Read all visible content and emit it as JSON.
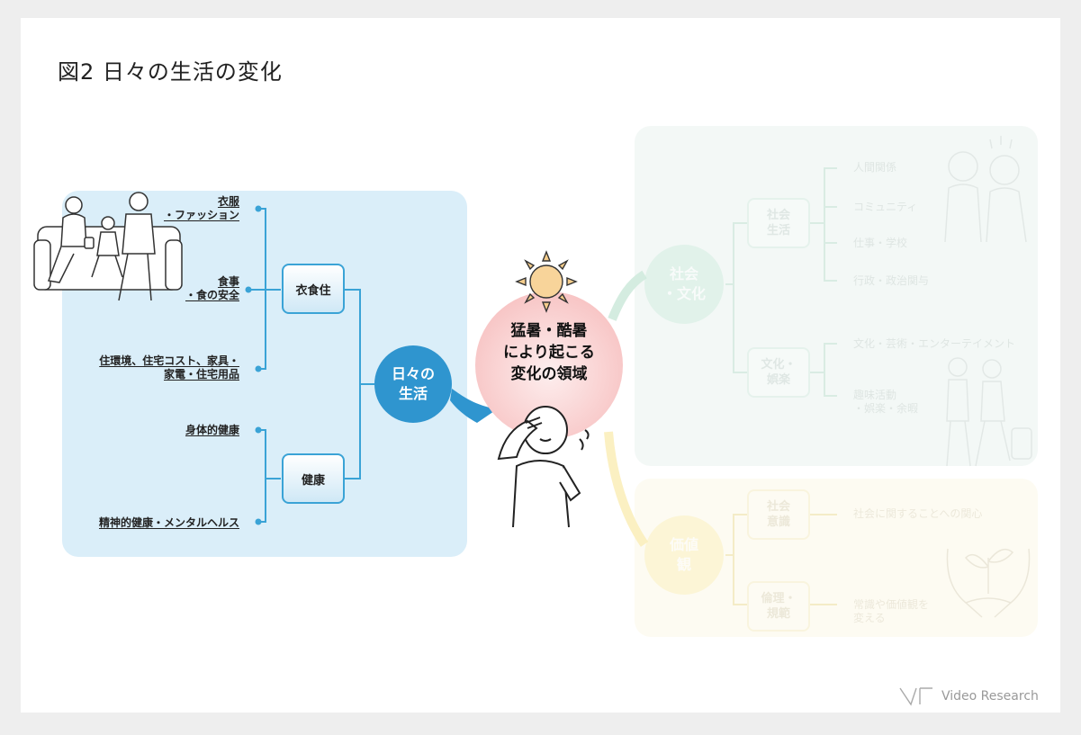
{
  "title": "図2 日々の生活の変化",
  "hub": {
    "line1": "日々の",
    "line2": "生活"
  },
  "heat": {
    "line1": "猛暑・酷暑",
    "line2": "により起こる",
    "line3": "変化の領域"
  },
  "left": {
    "categories": [
      {
        "label": "衣食住",
        "leaves": [
          {
            "line1": "衣服",
            "line2": "・ファッション"
          },
          {
            "line1": "食事",
            "line2": "・食の安全"
          },
          {
            "line1": "住環境、住宅コスト、家具・",
            "line2": "家電・住宅用品"
          }
        ]
      },
      {
        "label": "健康",
        "leaves": [
          {
            "line1": "身体的健康"
          },
          {
            "line1": "精神的健康・メンタルヘルス"
          }
        ]
      }
    ]
  },
  "right_top": {
    "main": {
      "line1": "社会",
      "line2": "・文化"
    },
    "groups": [
      {
        "line1": "社会",
        "line2": "生活",
        "leaves": [
          "人間関係",
          "コミュニティ",
          "仕事・学校",
          "行政・政治関与"
        ]
      },
      {
        "line1": "文化・",
        "line2": "娯楽",
        "leaves": [
          "文化・芸術・エンターテイメント",
          "趣味活動",
          "・娯楽・余暇"
        ]
      }
    ]
  },
  "right_bottom": {
    "main": {
      "line1": "価値",
      "line2": "観"
    },
    "groups": [
      {
        "line1": "社会",
        "line2": "意識",
        "leaves": [
          "社会に関することへの関心"
        ]
      },
      {
        "line1": "倫理・",
        "line2": "規範",
        "leaves": [
          "常識や価値観を",
          "変える"
        ]
      }
    ]
  },
  "logo": {
    "text": "Video Research"
  },
  "colors": {
    "blue": "#2f95cf",
    "line_blue": "#3aa3d6",
    "green": "#cdebdd",
    "yellow": "#fbefb6",
    "heat": "#f8c7c7"
  },
  "icons": [
    "family-sofa-illustration",
    "sun-icon",
    "hot-person-illustration",
    "friends-illustration",
    "travelers-illustration",
    "hands-sprout-illustration"
  ]
}
